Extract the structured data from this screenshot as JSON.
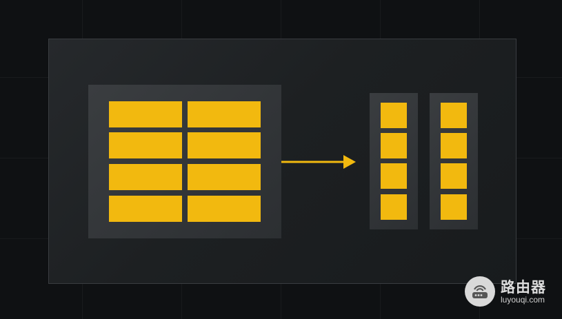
{
  "diagram": {
    "source_table": {
      "columns": 2,
      "rows": 4
    },
    "target_columns": {
      "count": 2,
      "cells_each": 4
    },
    "connector": "arrow-right"
  },
  "colors": {
    "accent": "#f2b90f",
    "background": "#0f1113",
    "card": "#1f2224",
    "panel": "#333639",
    "watermark": "#d9d9d9"
  },
  "watermark": {
    "title": "路由器",
    "url": "luyouqi.com",
    "icon": "router-icon"
  }
}
